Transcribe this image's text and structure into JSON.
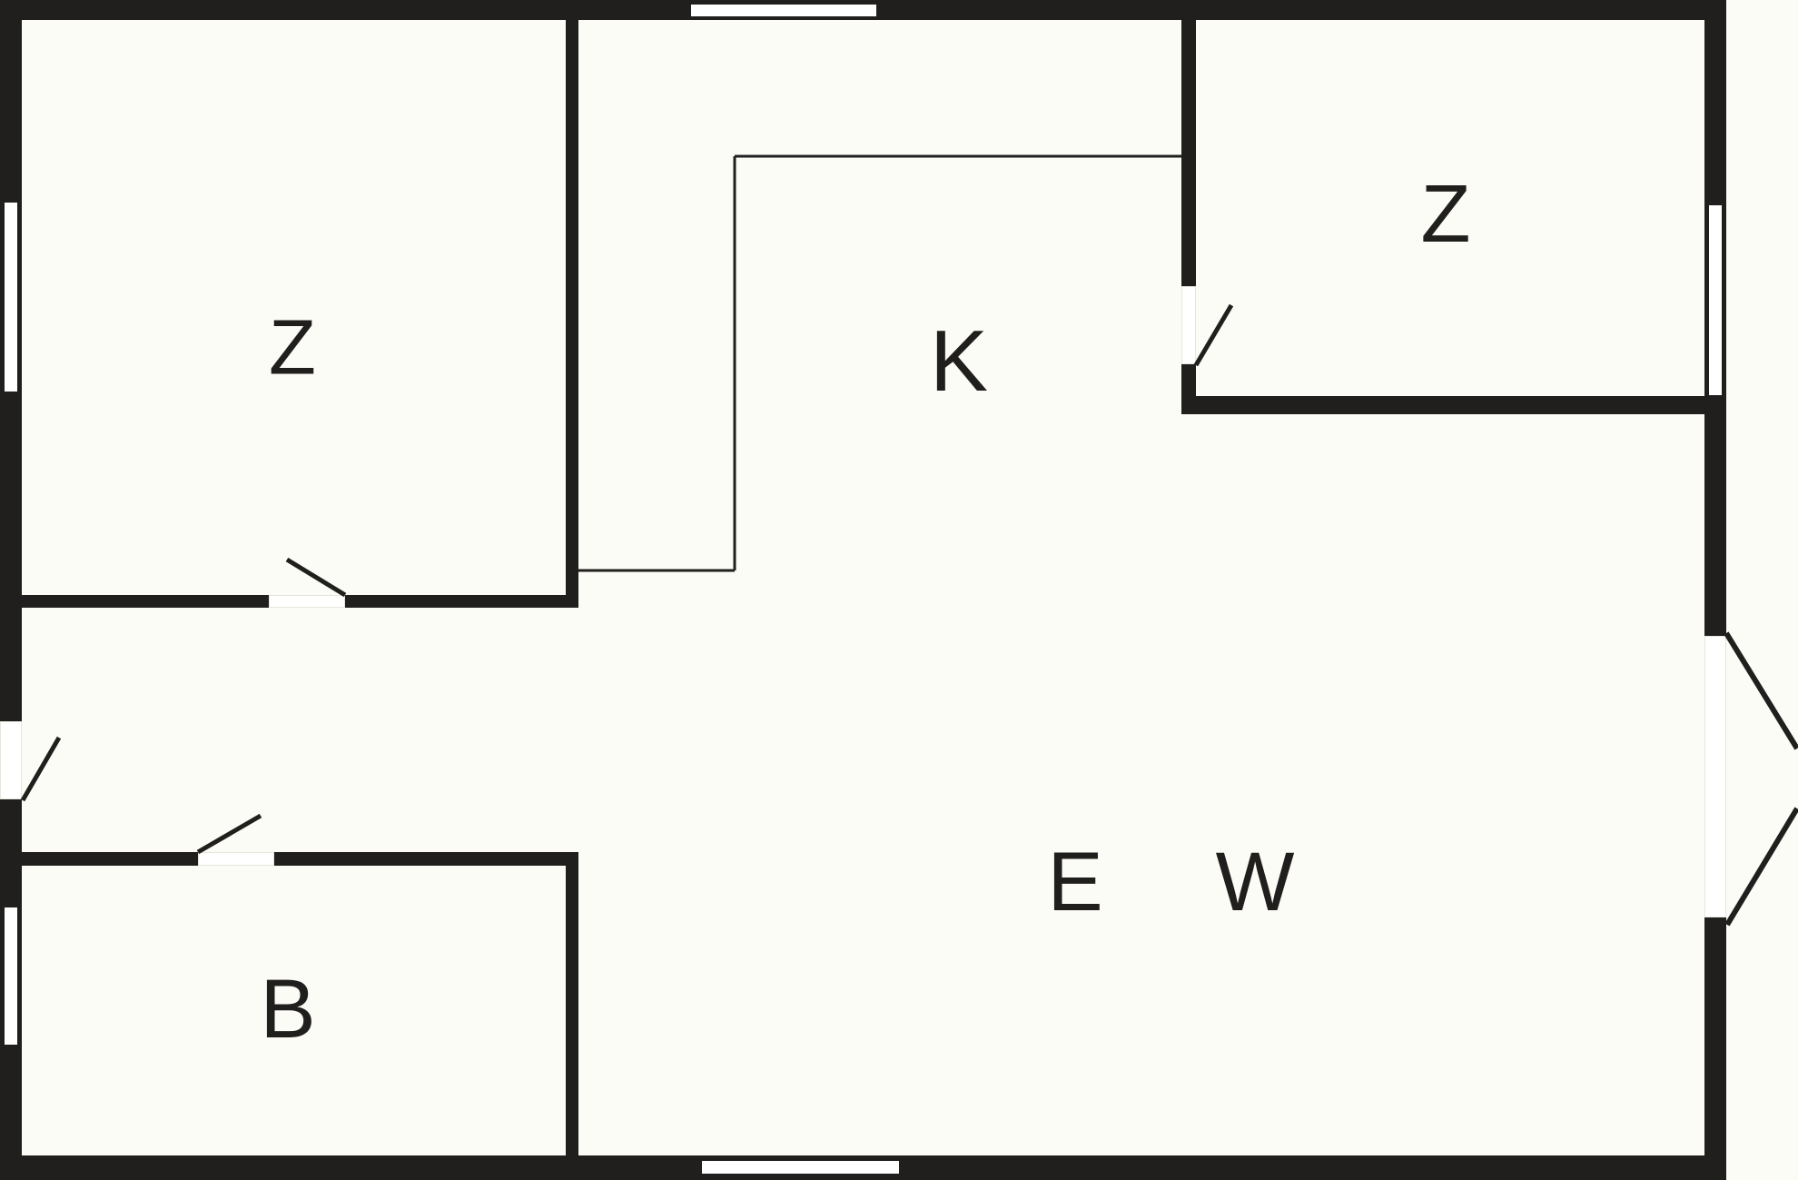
{
  "plan": {
    "type": "floor-plan",
    "wall_color": "#211f1d",
    "floor_color": "#fcfcf6",
    "rooms": [
      {
        "id": "room-z-top-left",
        "label": "Z"
      },
      {
        "id": "room-k",
        "label": "K"
      },
      {
        "id": "room-z-top-right",
        "label": "Z"
      },
      {
        "id": "room-b",
        "label": "B"
      },
      {
        "id": "room-ew",
        "label_e": "E",
        "label_w": "W"
      }
    ]
  }
}
